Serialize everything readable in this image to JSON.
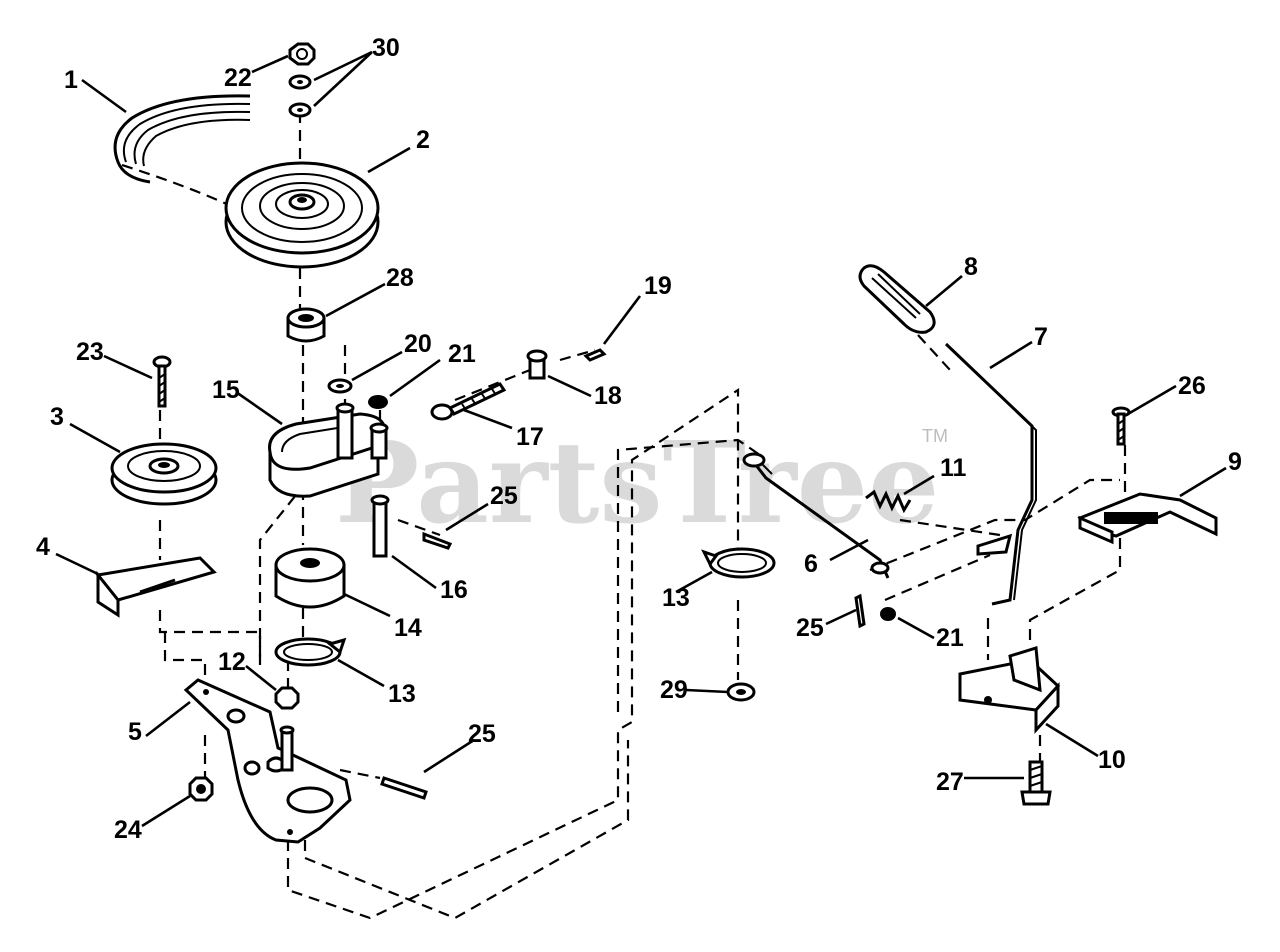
{
  "watermark": {
    "text": "PartsTree",
    "trademark": "TM"
  },
  "callouts": [
    {
      "id": "c1",
      "label": "1"
    },
    {
      "id": "c2",
      "label": "2"
    },
    {
      "id": "c3",
      "label": "3"
    },
    {
      "id": "c4",
      "label": "4"
    },
    {
      "id": "c5",
      "label": "5"
    },
    {
      "id": "c6",
      "label": "6"
    },
    {
      "id": "c7",
      "label": "7"
    },
    {
      "id": "c8",
      "label": "8"
    },
    {
      "id": "c9",
      "label": "9"
    },
    {
      "id": "c10",
      "label": "10"
    },
    {
      "id": "c11",
      "label": "11"
    },
    {
      "id": "c12",
      "label": "12"
    },
    {
      "id": "c13a",
      "label": "13"
    },
    {
      "id": "c13b",
      "label": "13"
    },
    {
      "id": "c14",
      "label": "14"
    },
    {
      "id": "c15",
      "label": "15"
    },
    {
      "id": "c16",
      "label": "16"
    },
    {
      "id": "c17",
      "label": "17"
    },
    {
      "id": "c18",
      "label": "18"
    },
    {
      "id": "c19",
      "label": "19"
    },
    {
      "id": "c20",
      "label": "20"
    },
    {
      "id": "c21a",
      "label": "21"
    },
    {
      "id": "c21b",
      "label": "21"
    },
    {
      "id": "c22",
      "label": "22"
    },
    {
      "id": "c23",
      "label": "23"
    },
    {
      "id": "c24",
      "label": "24"
    },
    {
      "id": "c25a",
      "label": "25"
    },
    {
      "id": "c25b",
      "label": "25"
    },
    {
      "id": "c25c",
      "label": "25"
    },
    {
      "id": "c26",
      "label": "26"
    },
    {
      "id": "c27",
      "label": "27"
    },
    {
      "id": "c28",
      "label": "28"
    },
    {
      "id": "c29",
      "label": "29"
    },
    {
      "id": "c30",
      "label": "30"
    }
  ]
}
